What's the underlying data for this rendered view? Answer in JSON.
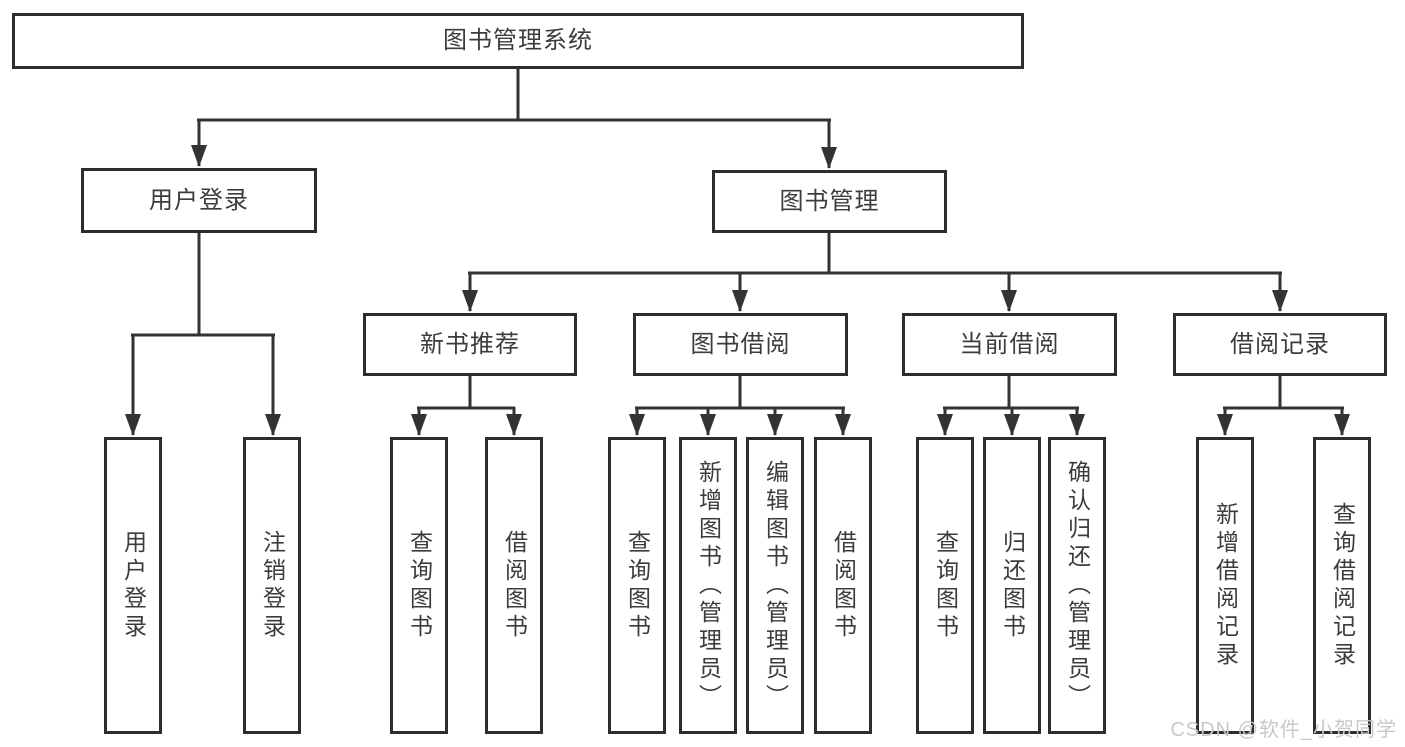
{
  "tree": {
    "label": "图书管理系统",
    "children": [
      {
        "label": "用户登录",
        "children": [
          {
            "label": "用户登录"
          },
          {
            "label": "注销登录"
          }
        ]
      },
      {
        "label": "图书管理",
        "children": [
          {
            "label": "新书推荐",
            "children": [
              {
                "label": "查询图书"
              },
              {
                "label": "借阅图书"
              }
            ]
          },
          {
            "label": "图书借阅",
            "children": [
              {
                "label": "查询图书"
              },
              {
                "label": "新增图书（管理员）"
              },
              {
                "label": "编辑图书（管理员）"
              },
              {
                "label": "借阅图书"
              }
            ]
          },
          {
            "label": "当前借阅",
            "children": [
              {
                "label": "查询图书"
              },
              {
                "label": "归还图书"
              },
              {
                "label": "确认归还（管理员）"
              }
            ]
          },
          {
            "label": "借阅记录",
            "children": [
              {
                "label": "新增借阅记录"
              },
              {
                "label": "查询借阅记录"
              }
            ]
          }
        ]
      }
    ]
  },
  "watermark": {
    "text": "CSDN @软件_小贺同学"
  },
  "colors": {
    "line": "#333333",
    "box_border": "#2d2d2d",
    "text": "#3c3c3c",
    "watermark": "#c8c8c8",
    "background": "#ffffff"
  }
}
